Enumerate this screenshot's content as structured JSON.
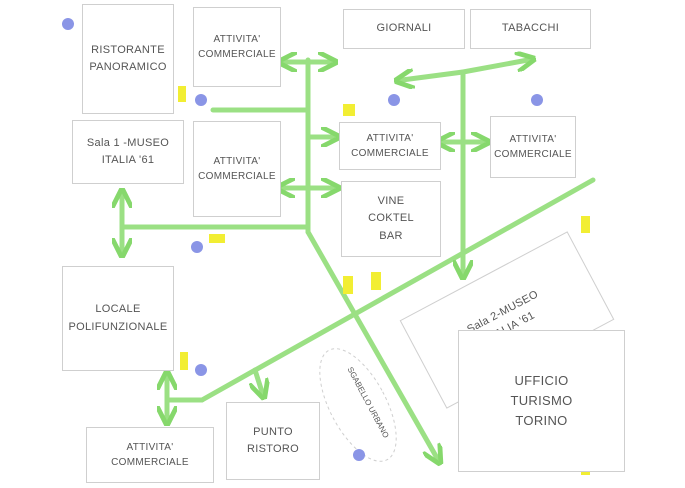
{
  "areas": {
    "ristorante": "RISTORANTE\nPANORAMICO",
    "attivita_top": "ATTIVITA'\nCOMMERCIALE",
    "giornali": "GIORNALI",
    "tabacchi": "TABACCHI",
    "sala1": "Sala 1 -MUSEO\nITALIA '61",
    "attivita_left_mid": "ATTIVITA'\nCOMMERCIALE",
    "attivita_center": "ATTIVITA'\nCOMMERCIALE",
    "attivita_right": "ATTIVITA'\nCOMMERCIALE",
    "vine_bar": "VINE\nCOKTEL\nBAR",
    "locale": "LOCALE\nPOLIFUNZIONALE",
    "sala2": "Sala 2-MUSEO\nITALIA '61",
    "ufficio": "UFFICIO\nTURISMO\nTORINO",
    "punto_ristoro": "PUNTO\nRISTORO",
    "attivita_bottom": "ATTIVITA'\nCOMMERCIALE",
    "sgabello": "SGABELLO URBANO"
  },
  "colors": {
    "route": "#9be084",
    "route_arrow": "#86d86c",
    "box_border": "#cfcfcf",
    "text": "#555555",
    "point_blue": "#8a95e6",
    "marker_yellow": "#f2ee33"
  }
}
